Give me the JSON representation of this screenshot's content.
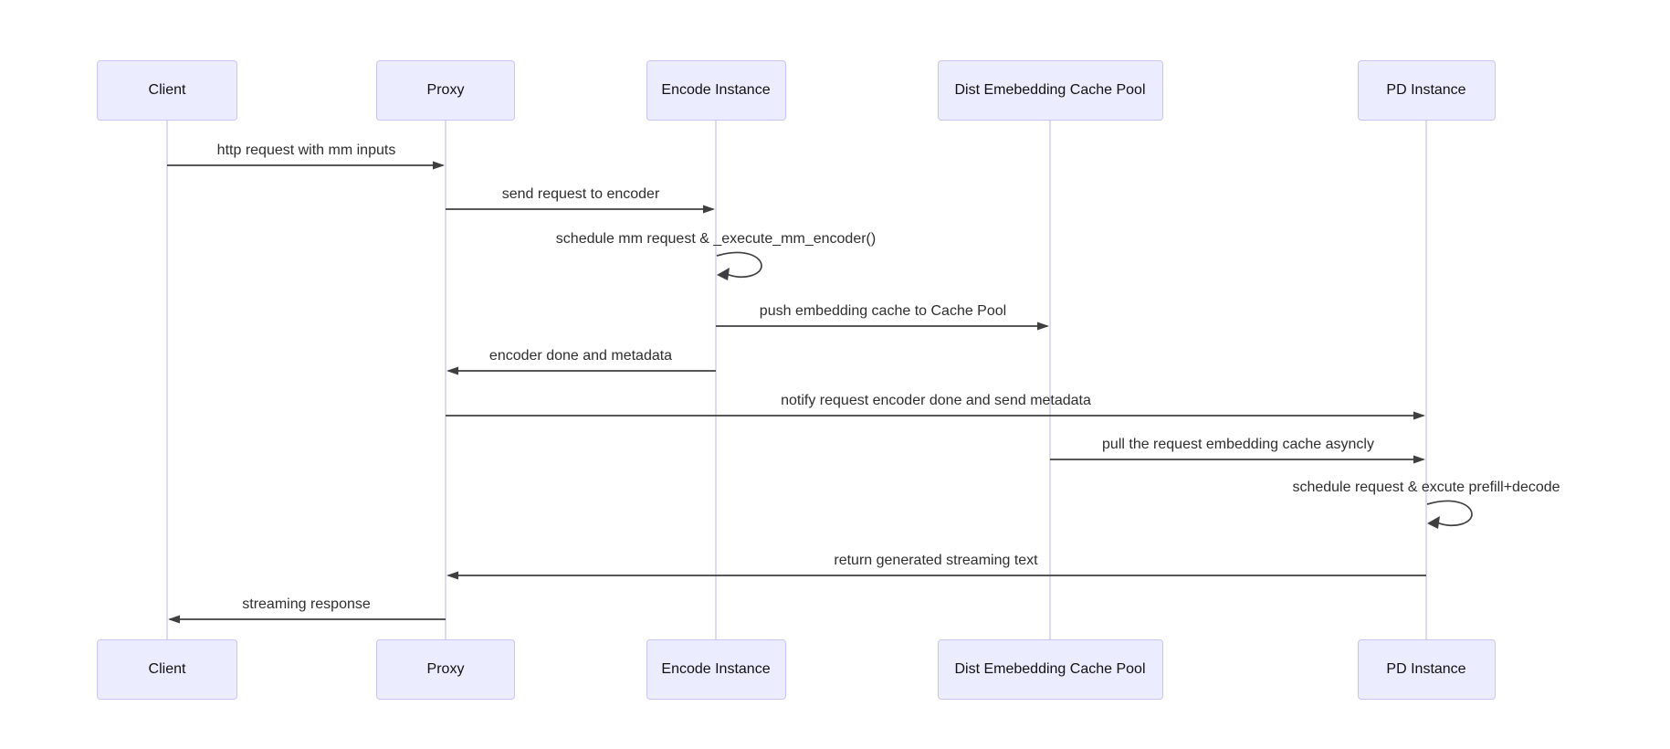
{
  "diagram": {
    "kind": "sequence-diagram",
    "actors": [
      {
        "id": "client",
        "label": "Client"
      },
      {
        "id": "proxy",
        "label": "Proxy"
      },
      {
        "id": "encode",
        "label": "Encode Instance"
      },
      {
        "id": "cachepool",
        "label": "Dist Emebedding Cache Pool"
      },
      {
        "id": "pd",
        "label": "PD Instance"
      }
    ],
    "messages": [
      {
        "from": "client",
        "to": "proxy",
        "kind": "arrow",
        "label": "http request with mm inputs"
      },
      {
        "from": "proxy",
        "to": "encode",
        "kind": "arrow",
        "label": "send request to encoder"
      },
      {
        "from": "encode",
        "to": "encode",
        "kind": "self",
        "label": "schedule mm request & _execute_mm_encoder()"
      },
      {
        "from": "encode",
        "to": "cachepool",
        "kind": "arrow",
        "label": "push embedding cache to Cache Pool"
      },
      {
        "from": "encode",
        "to": "proxy",
        "kind": "arrow",
        "label": "encoder done and metadata"
      },
      {
        "from": "proxy",
        "to": "pd",
        "kind": "arrow",
        "label": "notify request encoder done and send metadata"
      },
      {
        "from": "cachepool",
        "to": "pd",
        "kind": "arrow",
        "label": "pull the request embedding cache asyncly"
      },
      {
        "from": "pd",
        "to": "pd",
        "kind": "self",
        "label": "schedule request & excute prefill+decode"
      },
      {
        "from": "pd",
        "to": "proxy",
        "kind": "arrow",
        "label": "return generated streaming text"
      },
      {
        "from": "proxy",
        "to": "client",
        "kind": "arrow",
        "label": "streaming response"
      }
    ],
    "colors": {
      "background": "#FFFFFF",
      "actor_fill": "#ECECFF",
      "actor_border": "#C9C5F2",
      "actor_text": "#111111",
      "lifeline": "#CFCAEC",
      "arrow": "#3F3F3F",
      "message_text": "#2E2E2E"
    }
  }
}
